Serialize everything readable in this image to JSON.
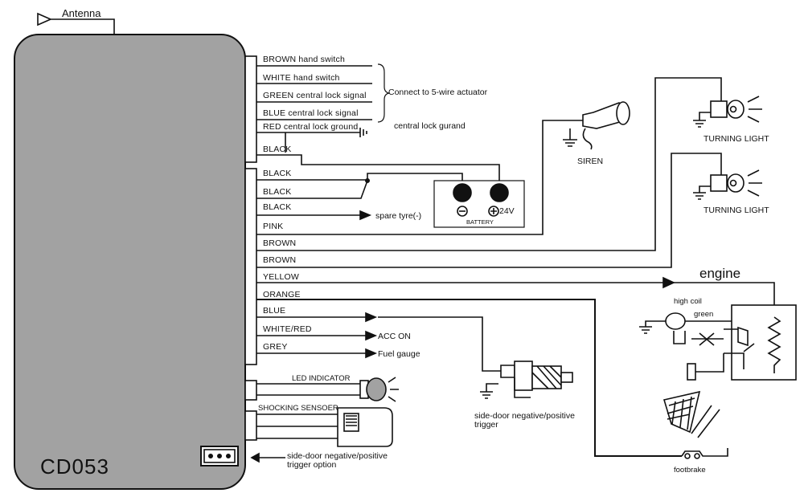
{
  "antenna_label": "Antenna",
  "model": "CD053",
  "wires": {
    "brown_hand": "BROWN hand switch",
    "white_hand": "WHITE hand switch",
    "green_lock": "GREEN  central lock signal",
    "blue_lock": "BLUE central lock signal",
    "red_lock": "RED central lock ground",
    "black0": "BLACK",
    "black1": "BLACK",
    "black2": "BLACK",
    "black3": "BLACK",
    "pink": "PINK",
    "brown1": "BROWN",
    "brown2": "BROWN",
    "yellow": "YELLOW",
    "orange": "ORANGE",
    "blue": "BLUE",
    "white_red": "WHITE/RED",
    "grey": "GREY",
    "led": "LED INDICATOR",
    "shock": "SHOCKING SENSOER"
  },
  "notes": {
    "actuator": "Connect to  5-wire actuator",
    "lock_guard": "central lock gurand",
    "spare_tyre": "spare tyre(-)",
    "acc_on": "ACC ON",
    "fuel": "Fuel gauge",
    "side_door_opt_1": "side-door negative/positive",
    "side_door_opt_2": "trigger option",
    "side_door_trig_1": "side-door negative/positive",
    "side_door_trig_2": "trigger"
  },
  "components": {
    "siren": "SIREN",
    "turning1": "TURNING LIGHT",
    "turning2": "TURNING LIGHT",
    "battery": "BATTERY",
    "battery_voltage": "24V",
    "engine": "engine",
    "high_coil": "high coil",
    "green": "green",
    "footbrake": "footbrake"
  }
}
